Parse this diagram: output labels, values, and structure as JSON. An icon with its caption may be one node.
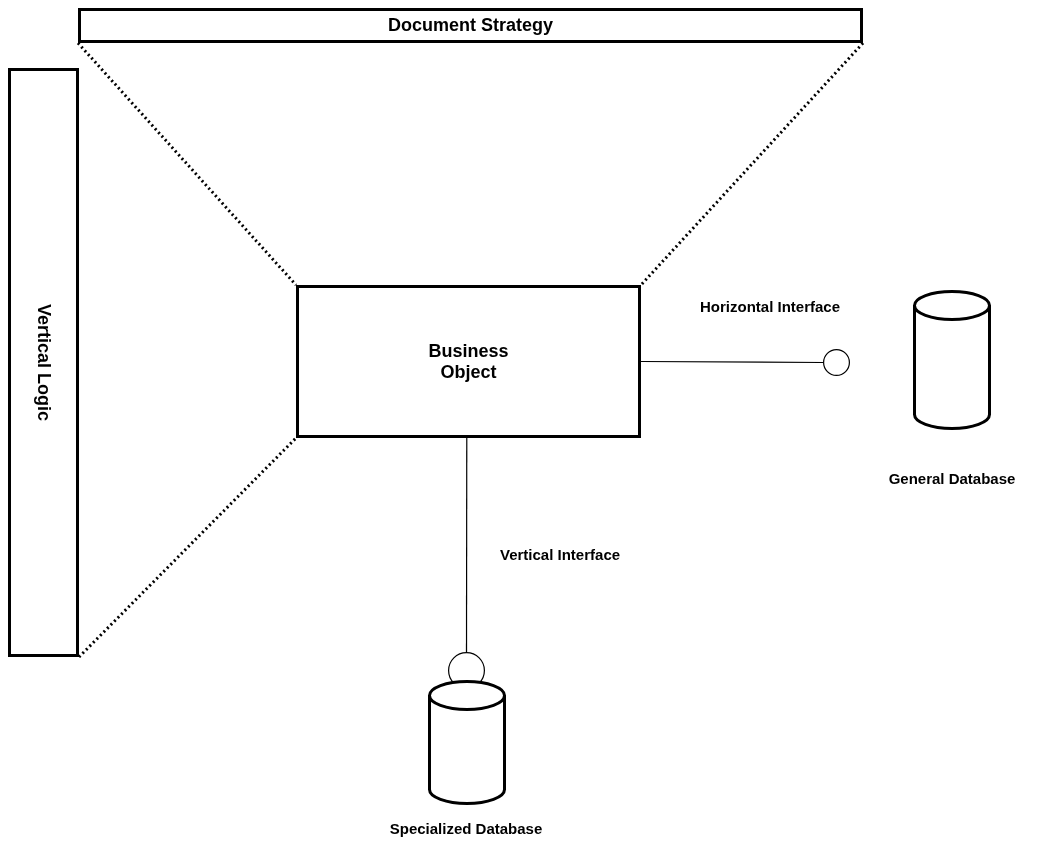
{
  "diagram": {
    "nodes": [
      {
        "text": [
          "Document Strategy"
        ]
      },
      {
        "text": [
          "Vertical Logic"
        ]
      },
      {
        "text": [
          "Business Object"
        ]
      },
      {
        "text": [],
        "shape": "circle"
      },
      {
        "text": [],
        "shape": "cylinder",
        "beside": [
          "General Database"
        ]
      },
      {
        "text": [],
        "shape": "circle"
      },
      {
        "text": [],
        "shape": "cylinder",
        "beside": [
          "Specialized Database"
        ]
      }
    ],
    "edges": [
      {
        "from": 2,
        "to": 3,
        "arrow": "none",
        "label": "Horizontal Interface"
      },
      {
        "from": 2,
        "to": 5,
        "arrow": "none",
        "label": "Vertical Interface"
      },
      {
        "from": 0,
        "to": 2,
        "arrow": "none",
        "style": "dashed"
      },
      {
        "from": 0,
        "to": 2,
        "arrow": "none",
        "style": "dashed"
      },
      {
        "from": 1,
        "to": 2,
        "arrow": "none",
        "style": "dashed"
      }
    ]
  }
}
